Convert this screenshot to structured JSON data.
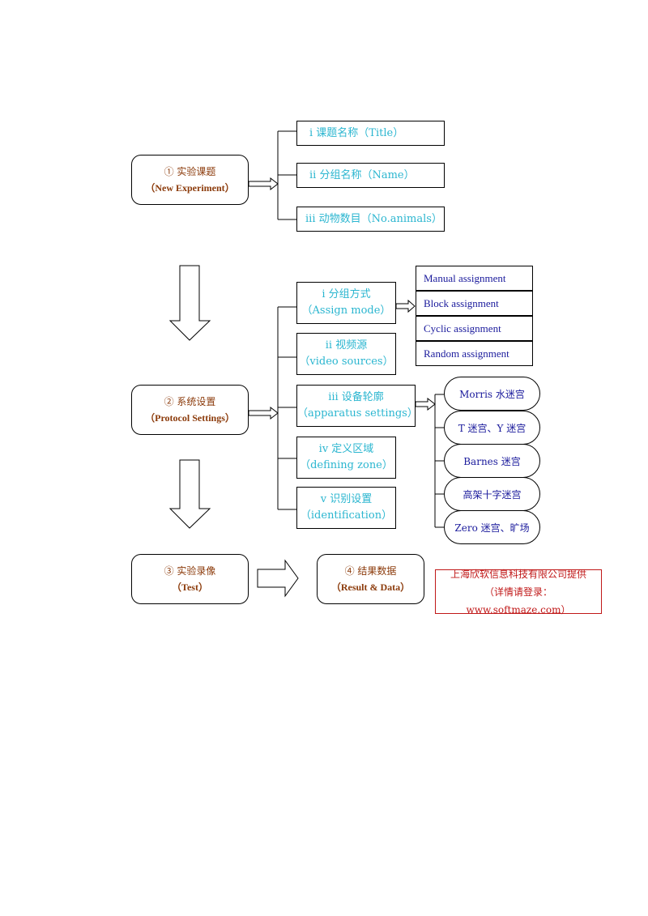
{
  "step1": {
    "label_cn": "① 实验课题",
    "label_en": "（New Experiment）",
    "children": [
      {
        "text": "i 课题名称（Title）"
      },
      {
        "text": "ii 分组名称（Name）"
      },
      {
        "text": "iii  动物数目（No.animals）"
      }
    ]
  },
  "step2": {
    "label_cn": "② 系统设置",
    "label_en": "（Protocol Settings）",
    "children": [
      {
        "line1": "i 分组方式",
        "line2": "（Assign mode）"
      },
      {
        "line1": "ii 视频源",
        "line2": "（video sources）"
      },
      {
        "line1": "iii  设备轮廓",
        "line2": "（apparatus settings）"
      },
      {
        "line1": "iv  定义区域",
        "line2": "（defining zone）"
      },
      {
        "line1": "v  识别设置",
        "line2": "（identification）"
      }
    ],
    "assign_modes": [
      "Manual assignment",
      "Block assignment",
      "Cyclic assignment",
      "Random assignment"
    ],
    "apparatus": [
      "Morris 水迷宫",
      "T 迷宫、Y 迷宫",
      "Barnes 迷宫",
      "高架十字迷宫",
      "Zero 迷宫、旷场"
    ]
  },
  "step3": {
    "label_cn": "③ 实验录像",
    "label_en": "（Test）"
  },
  "step4": {
    "label_cn": "④ 结果数据",
    "label_en": "（Result & Data）"
  },
  "provider": {
    "line1": "上海欣软信息科技有限公司提供",
    "line2": "（详情请登录：www.softmaze.com）"
  },
  "colors": {
    "main_text": "#8B3A0A",
    "sub_text": "#2bb6d0",
    "list_text": "#1a1a9c",
    "provider_text": "#c01818",
    "provider_border": "#c01818"
  }
}
